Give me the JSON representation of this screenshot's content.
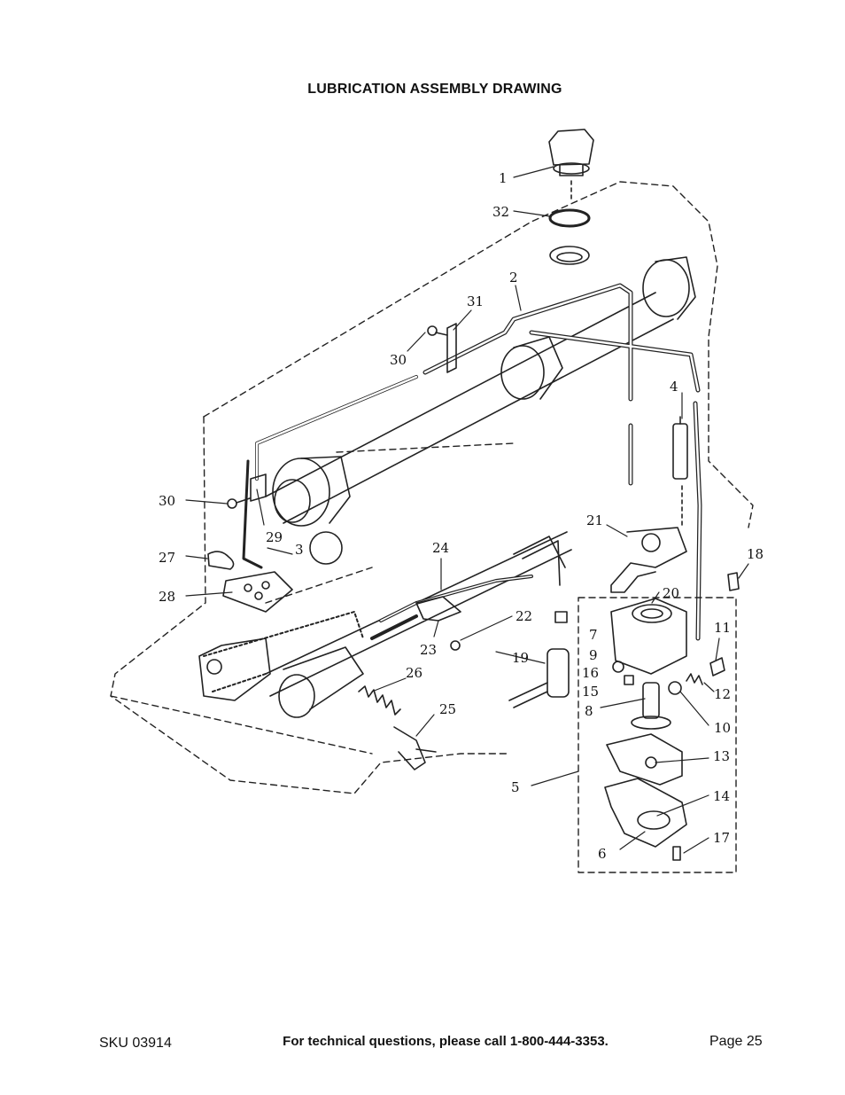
{
  "page": {
    "title": "LUBRICATION ASSEMBLY DRAWING",
    "sku": "SKU 03914",
    "help_line": "For technical questions, please call 1-800-444-3353.",
    "page_number": "Page 25"
  },
  "drawing": {
    "part_labels": {
      "p1": "1",
      "p2": "2",
      "p3": "3",
      "p4": "4",
      "p5": "5",
      "p6": "6",
      "p7": "7",
      "p8": "8",
      "p9": "9",
      "p10": "10",
      "p11": "11",
      "p12": "12",
      "p13": "13",
      "p14": "14",
      "p15": "15",
      "p16": "16",
      "p17": "17",
      "p18": "18",
      "p19": "19",
      "p20": "20",
      "p21": "21",
      "p22": "22",
      "p23": "23",
      "p24": "24",
      "p25": "25",
      "p26": "26",
      "p27": "27",
      "p28": "28",
      "p29": "29",
      "p30a": "30",
      "p30b": "30",
      "p31": "31",
      "p32": "32"
    }
  }
}
